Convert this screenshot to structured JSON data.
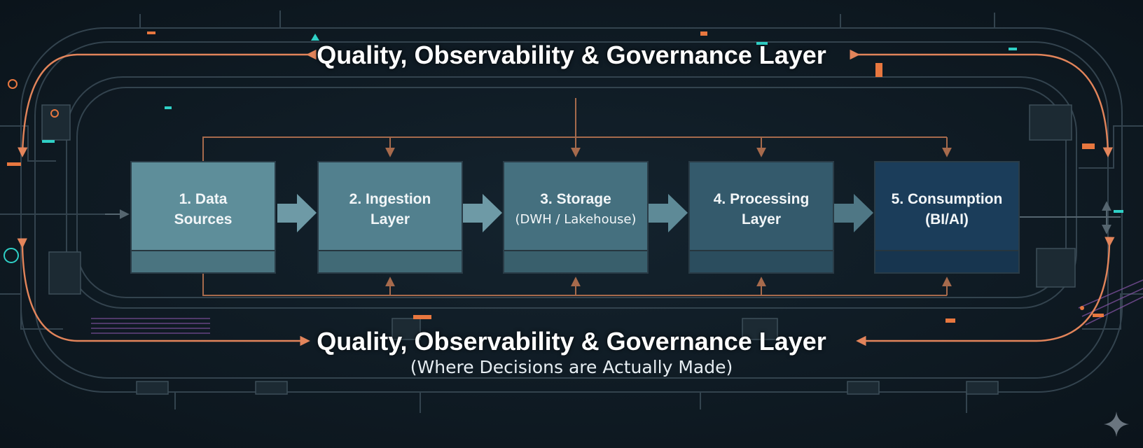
{
  "top_layer": {
    "title": "Quality, Observability & Governance Layer"
  },
  "bottom_layer": {
    "title": "Quality, Observability & Governance Layer",
    "subtitle": "(Where Decisions are Actually Made)"
  },
  "stages": [
    {
      "line1": "1. Data",
      "line2": "Sources",
      "line2_style": "bold",
      "color": "#5e8e9a",
      "footer_color": "#4a7480"
    },
    {
      "line1": "2. Ingestion",
      "line2": "Layer",
      "line2_style": "bold",
      "color": "#52808e",
      "footer_color": "#416a76"
    },
    {
      "line1": "3. Storage",
      "line2": "(DWH / Lakehouse)",
      "line2_style": "light",
      "color": "#45707f",
      "footer_color": "#395f6c"
    },
    {
      "line1": "4. Processing",
      "line2": "Layer",
      "line2_style": "bold",
      "color": "#345a6c",
      "footer_color": "#2b4d5e"
    },
    {
      "line1": "5. Consumption",
      "line2": "(BI/AI)",
      "line2_style": "bold",
      "color": "#1b3d5a",
      "footer_color": "#17354f"
    }
  ],
  "colors": {
    "background": "#0f1a22",
    "connector_brown": "#a66a4c",
    "loop_orange": "#ee8a5e",
    "circuit_line": "#3a4a55",
    "flow_arrow": "#6e9aa6",
    "accent_teal": "#2fd0c6"
  }
}
